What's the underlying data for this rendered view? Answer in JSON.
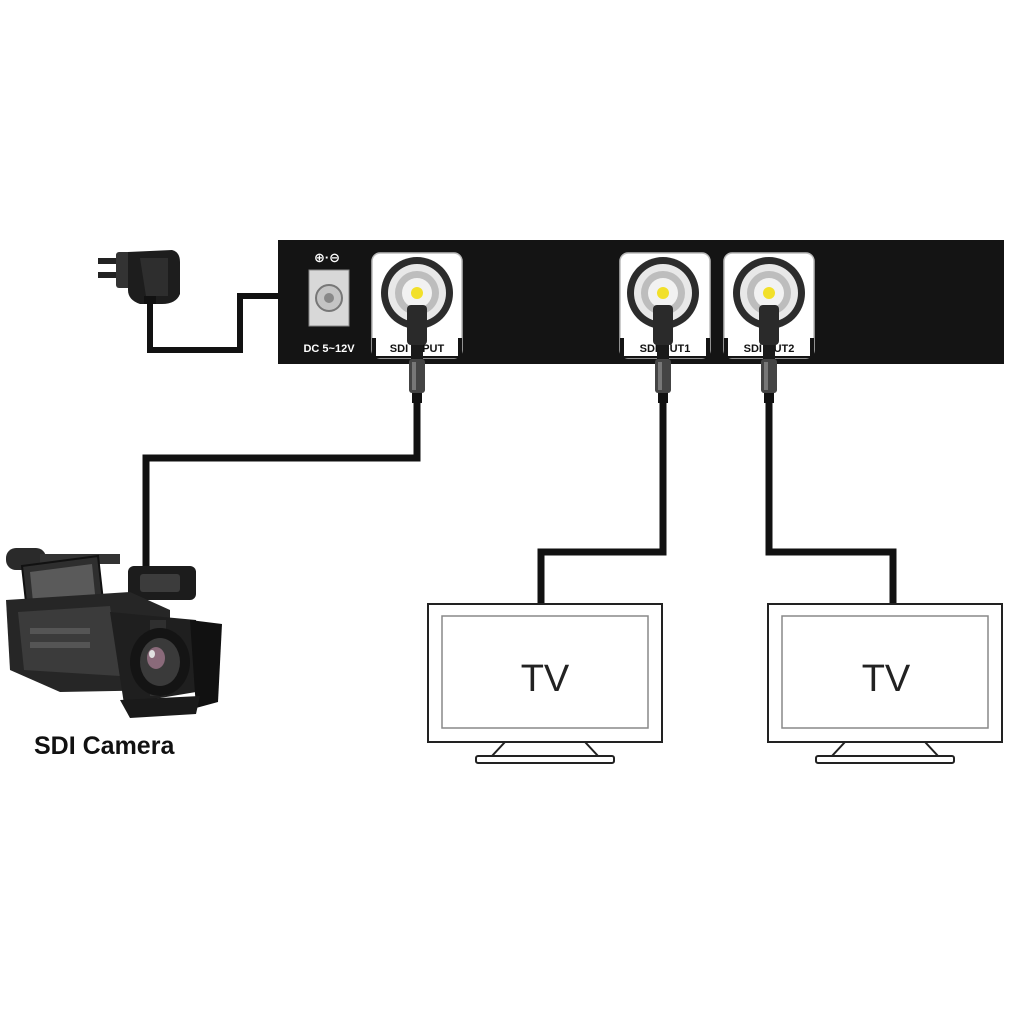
{
  "device": {
    "power_symbol": "⊕·⊖",
    "power_label": "DC 5~12V",
    "ports": [
      {
        "label": "SDI INPUT"
      },
      {
        "label": "SDI OUT1"
      },
      {
        "label": "SDI OUT2"
      }
    ]
  },
  "camera": {
    "label": "SDI Camera"
  },
  "displays": [
    {
      "label": "TV"
    },
    {
      "label": "TV"
    }
  ],
  "colors": {
    "device_body": "#141414",
    "cable": "#111111",
    "port_panel": "#ffffff",
    "connector_pin": "#f2e02a",
    "tv_outline": "#222222"
  }
}
